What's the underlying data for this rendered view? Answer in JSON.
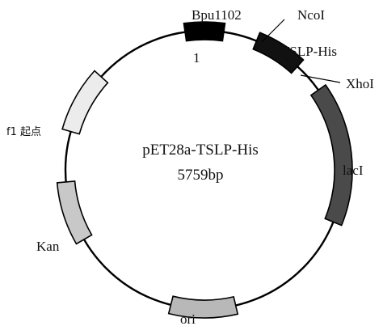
{
  "plasmid": {
    "name": "pET28a-TSLP-His",
    "size": "5759bp"
  },
  "features": [
    {
      "id": "bpu1102",
      "label": "Bpu1102",
      "sublabel": "1",
      "color": "#000000"
    },
    {
      "id": "tslp-his",
      "label": "TSLP-His",
      "color": "#111111"
    },
    {
      "id": "laci",
      "label": "lacI",
      "color": "#4a4a4a"
    },
    {
      "id": "ori",
      "label": "ori",
      "color": "#b8b8b8"
    },
    {
      "id": "kan",
      "label": "Kan",
      "color": "#c8c8c8"
    },
    {
      "id": "f1-origin",
      "label": "f1 起点",
      "color": "#ececec"
    }
  ],
  "sites": [
    {
      "id": "ncoi",
      "label": "NcoI"
    },
    {
      "id": "xhoi",
      "label": "XhoI"
    }
  ],
  "colors": {
    "line": "#000000",
    "background": "#ffffff"
  }
}
